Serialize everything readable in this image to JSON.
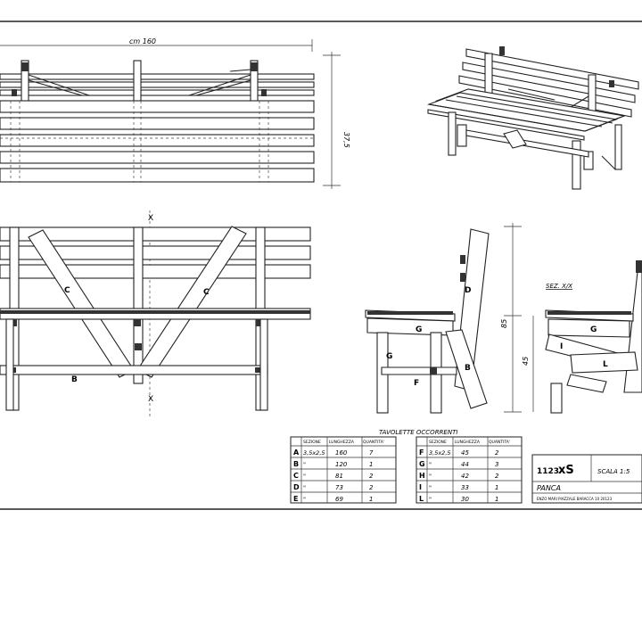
{
  "top_view": {
    "width_dim": "cm 160",
    "height_dim": "37,5"
  },
  "front_view": {
    "section_mark": "X",
    "labels": {
      "c_left": "C",
      "c_right": "C",
      "b": "B"
    }
  },
  "side_view": {
    "height_total": "85",
    "height_seat": "45",
    "labels": {
      "d": "D",
      "g1": "G",
      "g2": "G",
      "b": "B",
      "f": "F"
    }
  },
  "section_view": {
    "title": "SEZ. X/X",
    "labels": {
      "g": "G",
      "i": "I",
      "l": "L"
    }
  },
  "parts_table": {
    "title": "TAVOLETTE OCCORRENTI",
    "headers": [
      "SEZIONE",
      "LUNGHEZZA",
      "QUANTITA'"
    ],
    "left_rows": [
      {
        "part": "A",
        "sezione": "3,5x2,5",
        "lunghezza": "160",
        "quantita": "7"
      },
      {
        "part": "B",
        "sezione": "\"",
        "lunghezza": "120",
        "quantita": "1"
      },
      {
        "part": "C",
        "sezione": "\"",
        "lunghezza": "81",
        "quantita": "2"
      },
      {
        "part": "D",
        "sezione": "\"",
        "lunghezza": "73",
        "quantita": "2"
      },
      {
        "part": "E",
        "sezione": "\"",
        "lunghezza": "69",
        "quantita": "1"
      }
    ],
    "right_rows": [
      {
        "part": "F",
        "sezione": "3,5x2,5",
        "lunghezza": "45",
        "quantita": "2"
      },
      {
        "part": "G",
        "sezione": "\"",
        "lunghezza": "44",
        "quantita": "3"
      },
      {
        "part": "H",
        "sezione": "\"",
        "lunghezza": "42",
        "quantita": "2"
      },
      {
        "part": "I",
        "sezione": "\"",
        "lunghezza": "33",
        "quantita": "1"
      },
      {
        "part": "L",
        "sezione": "\"",
        "lunghezza": "30",
        "quantita": "1"
      }
    ]
  },
  "title_block": {
    "number": "1123",
    "suffix": "xS",
    "scale": "SCALA 1:5",
    "name": "PANCA",
    "author": "ENZO MARI   PIAZZALE BARACCA 10   20123"
  }
}
